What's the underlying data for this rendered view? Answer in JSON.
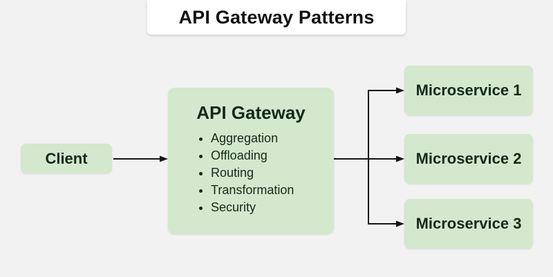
{
  "title": "API Gateway Patterns",
  "diagram": {
    "client": {
      "label": "Client"
    },
    "gateway": {
      "title": "API Gateway",
      "features": [
        "Aggregation",
        "Offloading",
        "Routing",
        "Transformation",
        "Security"
      ]
    },
    "microservices": [
      {
        "label": "Microservice 1"
      },
      {
        "label": "Microservice 2"
      },
      {
        "label": "Microservice 3"
      }
    ]
  },
  "colors": {
    "background": "#f2f2f2",
    "node_fill": "#d4e8cd",
    "node_text": "#132a18",
    "title_text": "#111111",
    "arrow": "#141414",
    "title_box_bg": "#ffffff"
  }
}
